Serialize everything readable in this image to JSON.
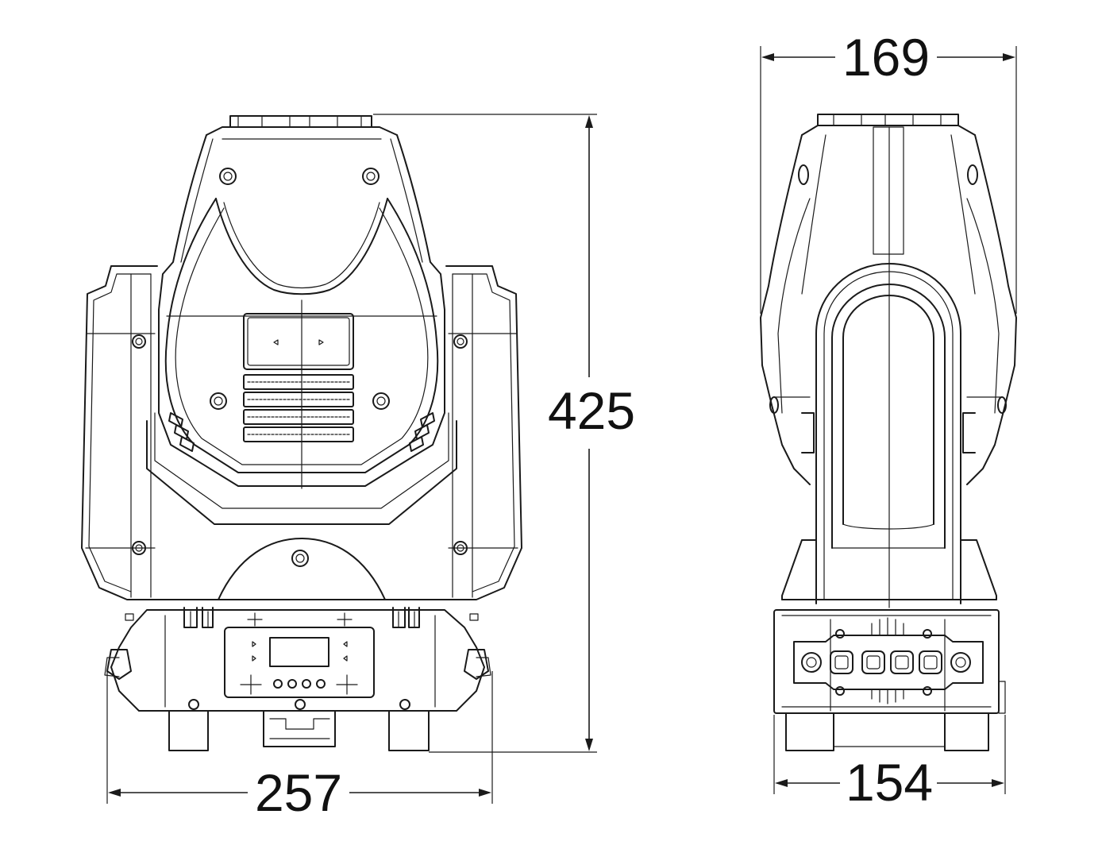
{
  "dimensions": {
    "front_width": "257",
    "front_height": "425",
    "side_top_width": "169",
    "side_base_width": "154"
  },
  "colors": {
    "line": "#1a1a1a",
    "background": "#ffffff"
  }
}
